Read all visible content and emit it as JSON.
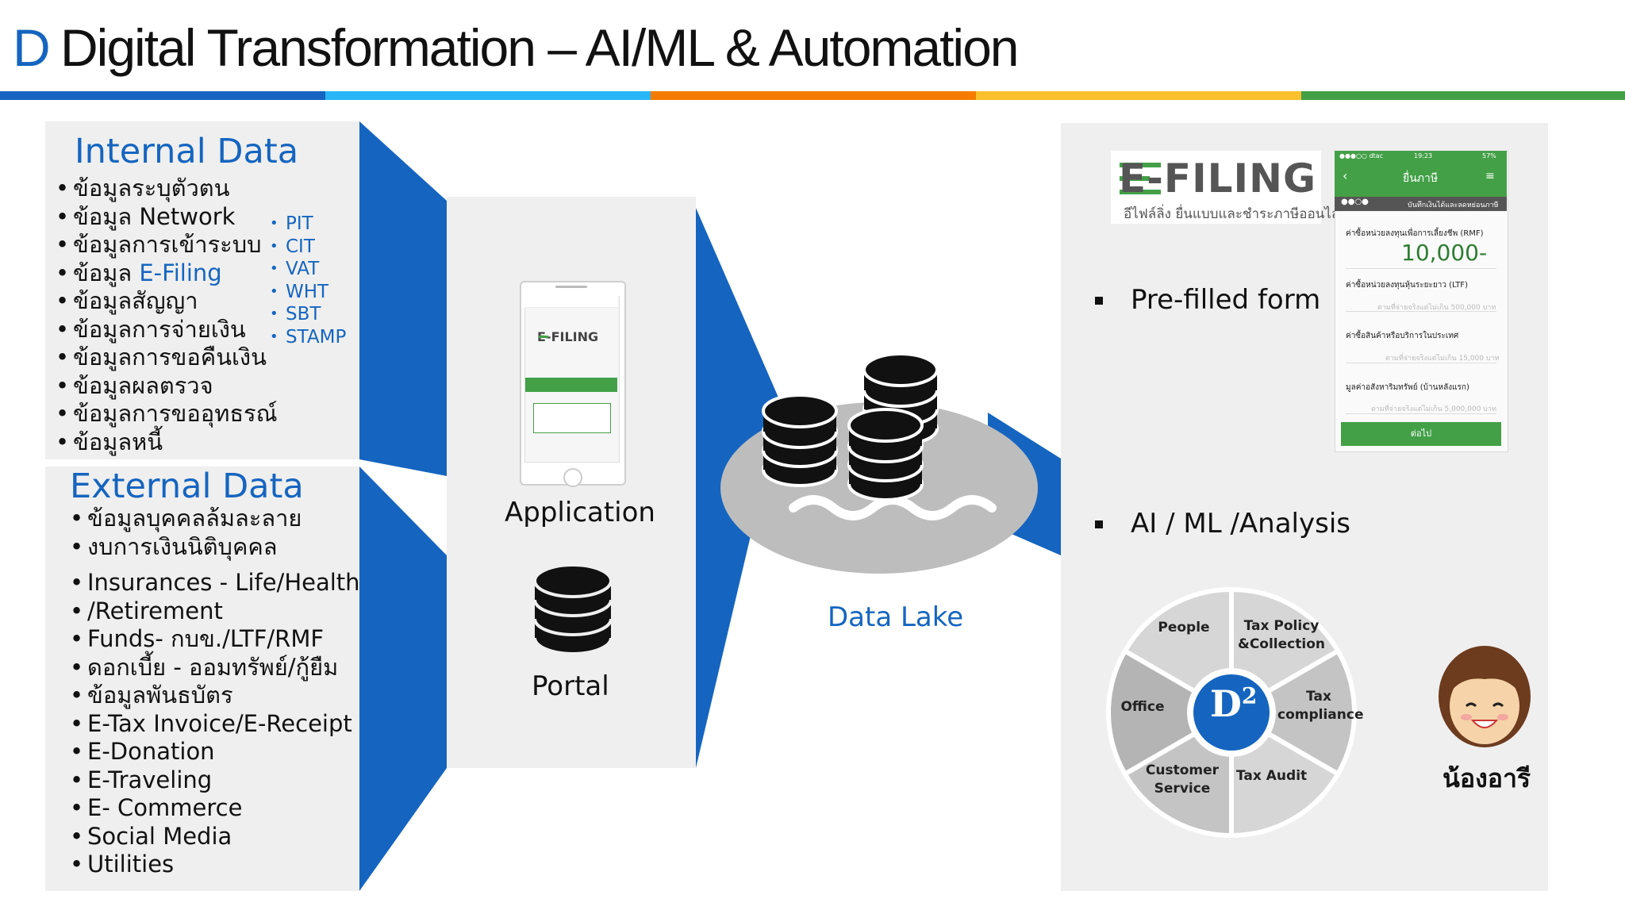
{
  "header": {
    "logo_letter": "D",
    "title": "Digital Transformation – AI/ML & Automation",
    "stripe_colors": [
      "#1565c0",
      "#29b6f6",
      "#f57c00",
      "#fbc02d",
      "#43a047"
    ]
  },
  "internal": {
    "title": "Internal Data",
    "items": [
      "ข้อมูลระบุตัวตน",
      "ข้อมูล Network",
      "ข้อมูลการเข้าระบบ",
      "ข้อมูล ",
      "ข้อมูลสัญญา",
      "ข้อมูลการจ่ายเงิน",
      "ข้อมูลการขอคืนเงิน",
      "ข้อมูลผลตรวจ",
      "ข้อมูลการขออุทธรณ์",
      "ข้อมูลหนี้"
    ],
    "efiling_highlight": "E-Filing",
    "tax_types": [
      "PIT",
      "CIT",
      "VAT",
      "WHT",
      "SBT",
      "STAMP"
    ]
  },
  "external": {
    "title": "External Data",
    "items": [
      "ข้อมูลบุคคลล้มละลาย",
      "งบการเงินนิติบุคคล"
    ],
    "items2": [
      "Insurances - Life/Health",
      "Funds- กบข./LTF/RMF",
      "ดอกเบี้ย - ออมทรัพย์/กู้ยืม",
      "ข้อมูลพันธบัตร",
      "E-Tax Invoice/E-Receipt",
      "E-Donation",
      "E-Traveling",
      "E- Commerce",
      "Social Media",
      "Utilities"
    ],
    "insurance_cont": "/Retirement"
  },
  "channels": {
    "application_label": "Application",
    "portal_label": "Portal",
    "phone_logo": "E-FILING"
  },
  "lake": {
    "label": "Data Lake"
  },
  "right": {
    "efiling_logo": "E-FILING",
    "efiling_tagline": "อีไฟล์ลิ่ง ยื่นแบบและชำระภาษีออนไลน์",
    "bullet1": "Pre-filled form",
    "bullet2": "AI / ML /Analysis",
    "mobile": {
      "status_carrier": "●●●○○ dtac",
      "status_time": "19:23",
      "status_battery": "57%",
      "header_title": "ยื่นภาษี",
      "sub_text": "บันทึกเงินได้และลดหย่อนภาษี",
      "rows": [
        {
          "label": "ค่าซื้อหน่วยลงทุนเพื่อการเลี้ยงชีพ (RMF)",
          "value": "10,000-"
        },
        {
          "label": "ค่าซื้อหน่วยลงทุนหุ้นระยะยาว (LTF)",
          "value": "ตามที่จ่ายจริงแต่ไม่เกิน 500,000 บาท"
        },
        {
          "label": "ค่าซื้อสินค้าหรือบริการในประเทศ",
          "value": "ตามที่จ่ายจริงแต่ไม่เกิน 15,000 บาท"
        },
        {
          "label": "มูลค่าอสังหาริมทรัพย์ (บ้านหลังแรก)",
          "value": "ตามที่จ่ายจริงแต่ไม่เกิน 5,000,000 บาท"
        }
      ],
      "next_button": "ต่อไป"
    },
    "wheel": {
      "center": "D",
      "center_sup": "2",
      "segments": [
        "People",
        "Tax Policy &Collection",
        "Tax compliance",
        "Tax Audit",
        "Customer Service",
        "Office"
      ]
    },
    "avatar_name": "น้องอารี"
  }
}
